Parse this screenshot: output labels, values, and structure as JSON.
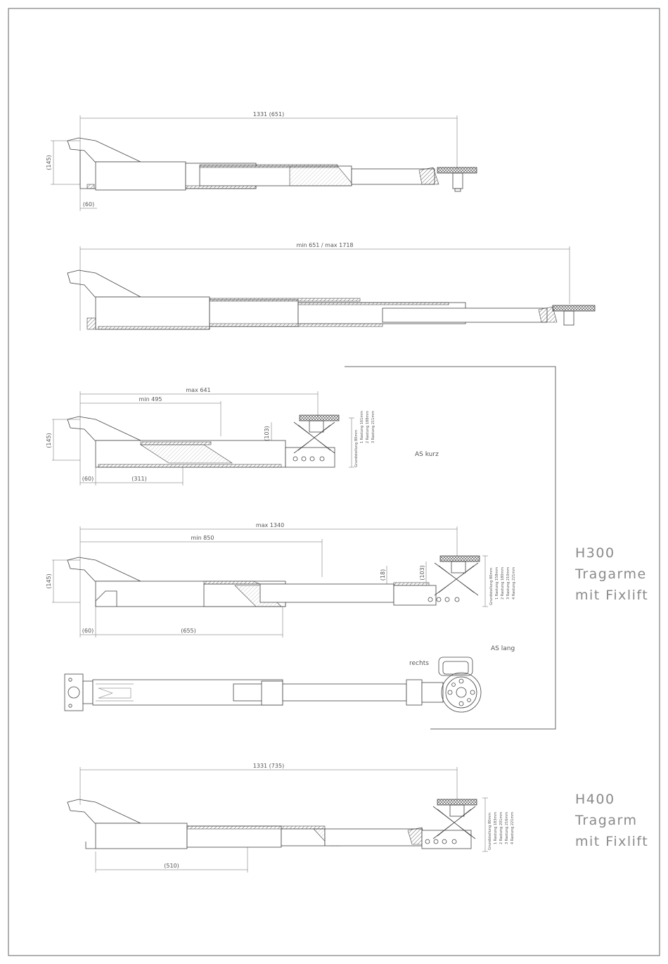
{
  "views": {
    "view1": {
      "dim_length": "1331 (651)",
      "dim_height": "(145)",
      "dim_base": "(60)"
    },
    "view2": {
      "dim_length": "min 651 / max 1718"
    },
    "view3": {
      "dim_max": "max 641",
      "dim_min": "min 495",
      "dim_height": "(145)",
      "dim_lift": "(103)",
      "dim_base": "(60)",
      "dim_ext": "(311)",
      "notes": [
        "Grundstellung 80mm",
        "1 Rastung 161mm",
        "2 Rastung 188mm",
        "3 Rastung 211mm"
      ],
      "label": "AS kurz"
    },
    "view4": {
      "dim_max": "max 1340",
      "dim_min": "min 850",
      "dim_height": "(145)",
      "dim_small": "(18)",
      "dim_lift": "(103)",
      "dim_base": "(60)",
      "dim_ext": "(655)",
      "notes": [
        "Grundstellung 80mm",
        "1 Rastung 158mm",
        "2 Rastung 180mm",
        "3 Rastung 210mm",
        "4 Rastung 221mm"
      ],
      "label": "AS lang"
    },
    "view5": {
      "label": "rechts"
    },
    "view6": {
      "dim_length": "1331 (735)",
      "dim_ext": "(510)",
      "notes": [
        "Grundstellung 80mm",
        "1 Rastung 183mm",
        "2 Rastung 201mm",
        "3 Rastung 216mm",
        "4 Rastung 221mm"
      ]
    }
  },
  "titles": {
    "h300": [
      "H300",
      "Tragarme",
      "mit Fixlift"
    ],
    "h400": [
      "H400",
      "Tragarm",
      "mit Fixlift"
    ]
  }
}
